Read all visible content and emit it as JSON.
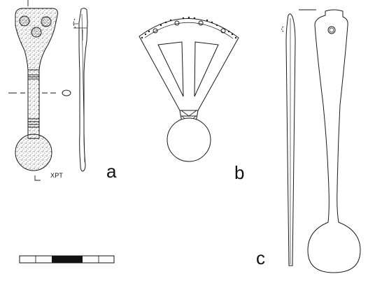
{
  "figure": {
    "labels": {
      "a": "a",
      "b": "b",
      "c": "c",
      "xpt": "XPT"
    },
    "colors": {
      "ink": "#1a1a1a",
      "paper": "#ffffff",
      "stipple": "#2a2a2a",
      "scale_dark": "#111111"
    }
  }
}
